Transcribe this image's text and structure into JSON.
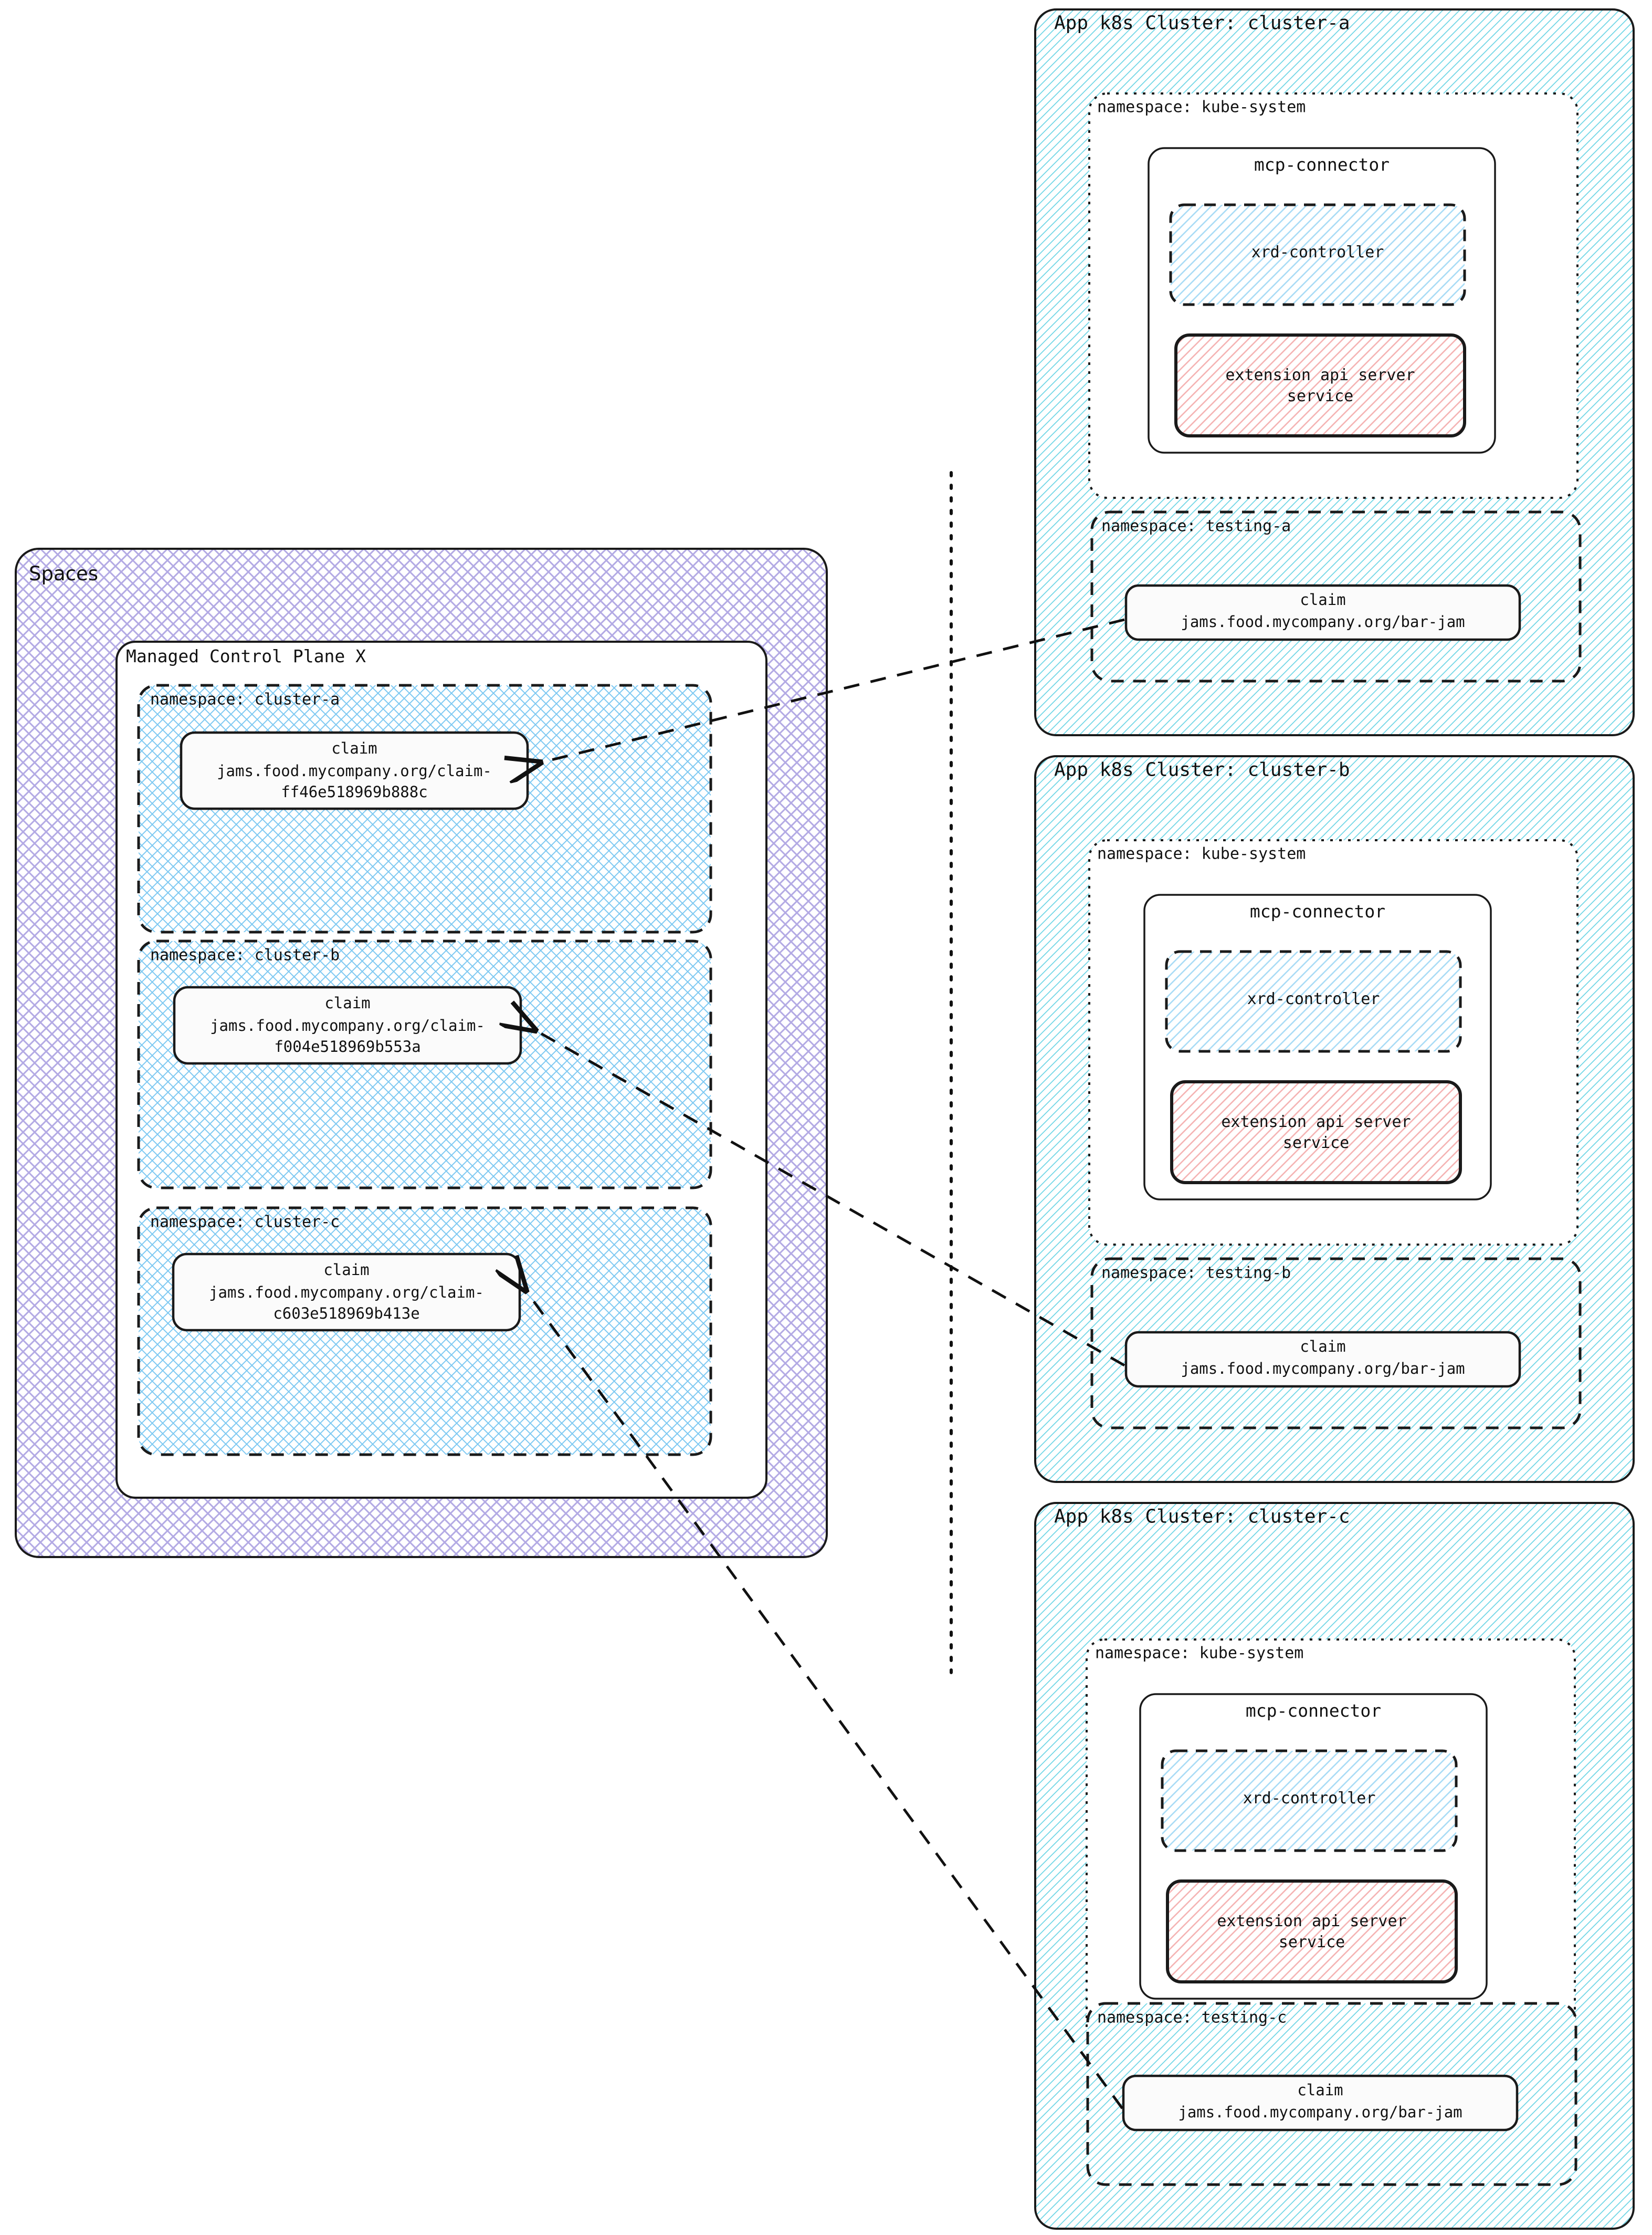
{
  "diagram": {
    "title": "Crossplane Spaces managed control plane to app k8s clusters",
    "type": "architecture-diagram"
  },
  "colors": {
    "spaces_hatch": "#b0a8e0",
    "spaces_fill": "#ffffff",
    "namespace_hatch": "#7ec8f0",
    "cluster_hatch": "#7fd8e8",
    "xrd_hatch": "#aadcf5",
    "extension_hatch": "#f2a8a8",
    "stroke": "#1a1a1a",
    "box_fill": "#fbfbfb"
  },
  "left": {
    "spaces": {
      "label": "Spaces",
      "control_plane": {
        "label": "Managed Control Plane X",
        "namespaces": [
          {
            "label": "namespace: cluster-a",
            "claim": {
              "kind": "claim",
              "name": "jams.food.mycompany.org/claim-ff46e518969b888c"
            }
          },
          {
            "label": "namespace: cluster-b",
            "claim": {
              "kind": "claim",
              "name": "jams.food.mycompany.org/claim-f004e518969b553a"
            }
          },
          {
            "label": "namespace: cluster-c",
            "claim": {
              "kind": "claim",
              "name": "jams.food.mycompany.org/claim-c603e518969b413e"
            }
          }
        ]
      }
    }
  },
  "right": {
    "clusters": [
      {
        "label": "App k8s Cluster: cluster-a",
        "kube_system": {
          "label": "namespace: kube-system",
          "connector": {
            "label": "mcp-connector",
            "controller": {
              "label": "xrd-controller"
            },
            "extension": {
              "label": "extension api server service"
            }
          }
        },
        "testing": {
          "label": "namespace: testing-a",
          "claim": {
            "kind": "claim",
            "name": "jams.food.mycompany.org/bar-jam"
          }
        }
      },
      {
        "label": "App k8s Cluster: cluster-b",
        "kube_system": {
          "label": "namespace: kube-system",
          "connector": {
            "label": "mcp-connector",
            "controller": {
              "label": "xrd-controller"
            },
            "extension": {
              "label": "extension api server service"
            }
          }
        },
        "testing": {
          "label": "namespace: testing-b",
          "claim": {
            "kind": "claim",
            "name": "jams.food.mycompany.org/bar-jam"
          }
        }
      },
      {
        "label": "App k8s Cluster: cluster-c",
        "kube_system": {
          "label": "namespace: kube-system",
          "connector": {
            "label": "mcp-connector",
            "controller": {
              "label": "xrd-controller"
            },
            "extension": {
              "label": "extension api server service"
            }
          }
        },
        "testing": {
          "label": "namespace: testing-c",
          "claim": {
            "kind": "claim",
            "name": "jams.food.mycompany.org/bar-jam"
          }
        }
      }
    ]
  },
  "connections": [
    {
      "from": "testing-a-claim",
      "to": "cluster-a-claim"
    },
    {
      "from": "testing-b-claim",
      "to": "cluster-b-claim"
    },
    {
      "from": "testing-c-claim",
      "to": "cluster-c-claim"
    }
  ],
  "divider": {
    "kind": "vertical-dotted-line"
  }
}
